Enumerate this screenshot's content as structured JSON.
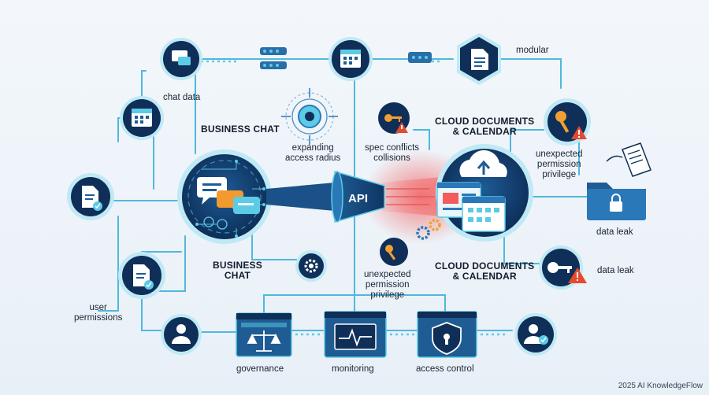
{
  "labels": {
    "chat_data": "chat data",
    "business_chat_top": "BUSINESS CHAT",
    "expanding_access_radius": "expanding\naccess radius",
    "spec_conflicts_collisions": "spec conflicts\ncollisions",
    "cloud_docs_top": "CLOUD DOCUMENTS\n& CALENDAR",
    "modular": "modular",
    "unexpected_privilege_right": "unexpected\npermission\nprivilege",
    "data_leak_upper": "data leak",
    "data_leak_lower": "data leak",
    "business_chat_bottom": "BUSINESS\nCHAT",
    "unexpected_privilege_center": "unexpected\npermission\nprivilege",
    "cloud_docs_bottom": "CLOUD DOCUMENTS\n& CALENDAR",
    "user_permissions": "user\npermissions",
    "governance": "governance",
    "monitoring": "monitoring",
    "access_control": "access control",
    "api": "API"
  },
  "footer": "2025 AI KnowledgeFlow",
  "colors": {
    "navy": "#0f2f58",
    "ring": "#5ccbe6",
    "line": "#4fb8dc",
    "hub": "#123e70",
    "warning": "#e64a2e",
    "key": "#f0a030",
    "leak_glow": "#f25c5c"
  },
  "icons": {
    "chat": "chat-bubbles-icon",
    "calendar": "calendar-icon",
    "document": "document-icon",
    "document_check": "document-check-icon",
    "key": "key-icon",
    "warning": "warning-icon",
    "gear": "gear-icon",
    "user": "user-icon",
    "user_check": "user-check-icon",
    "folder_lock": "folder-lock-icon",
    "scales": "scales-icon",
    "heartbeat": "heartbeat-monitor-icon",
    "shield_lock": "shield-lock-icon",
    "target": "target-radar-icon",
    "cloud_upload": "cloud-upload-icon",
    "megaphone": "api-megaphone-icon"
  }
}
